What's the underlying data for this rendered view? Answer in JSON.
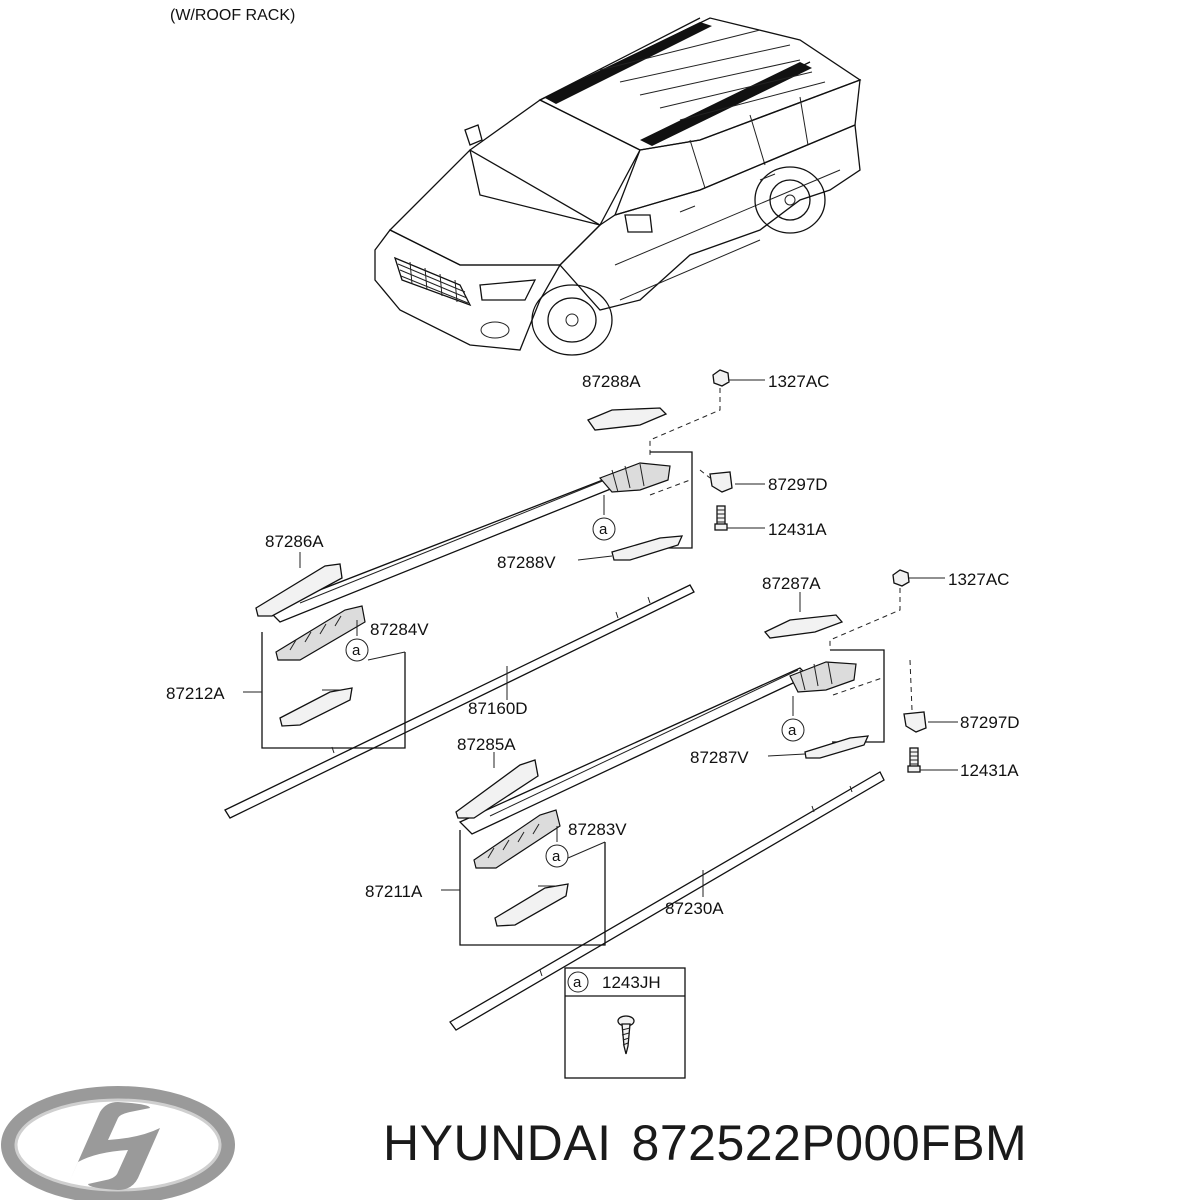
{
  "header": {
    "note": "(W/ROOF RACK)"
  },
  "callouts": {
    "p87288A": "87288A",
    "p1327AC_top": "1327AC",
    "p87297D_top": "87297D",
    "p12431A_top": "12431A",
    "p87288V": "87288V",
    "p87286A": "87286A",
    "p87284V": "87284V",
    "p87212A": "87212A",
    "p87160D": "87160D",
    "p87287A": "87287A",
    "p1327AC_bottom": "1327AC",
    "p87297D_bottom": "87297D",
    "p12431A_bottom": "12431A",
    "p87287V": "87287V",
    "p87285A": "87285A",
    "p87283V": "87283V",
    "p87211A": "87211A",
    "p87230A": "87230A"
  },
  "bubble_letter": "a",
  "legend_box": {
    "letter": "a",
    "part": "1243JH"
  },
  "caption": {
    "brand": "HYUNDAI",
    "part_number": "872522P000FBM"
  },
  "logo": {
    "name": "hyundai-logo-icon"
  },
  "colors": {
    "line": "#111111",
    "logo": "#9a9a9a",
    "caption": "#1a1a1a"
  }
}
